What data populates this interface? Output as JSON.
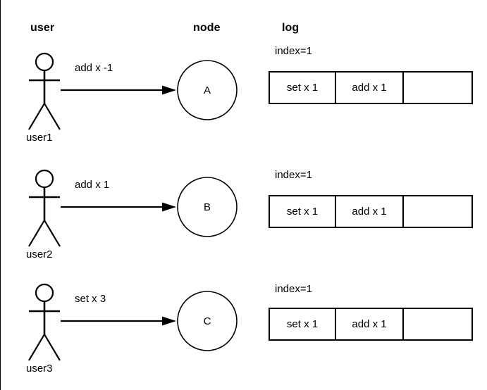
{
  "headers": {
    "user": "user",
    "node": "node",
    "log": "log"
  },
  "rows": [
    {
      "actor_label": "user1",
      "edge_label": "add x -1",
      "node_letter": "A",
      "index_label": "index=1",
      "log_cells": [
        "set x 1",
        "add x 1",
        ""
      ]
    },
    {
      "actor_label": "user2",
      "edge_label": "add x 1",
      "node_letter": "B",
      "index_label": "index=1",
      "log_cells": [
        "set x 1",
        "add x 1",
        ""
      ]
    },
    {
      "actor_label": "user3",
      "edge_label": "set x 3",
      "node_letter": "C",
      "index_label": "index=1",
      "log_cells": [
        "set x 1",
        "add x 1",
        ""
      ]
    }
  ],
  "colors": {
    "stroke": "#000000",
    "background": "#ffffff"
  }
}
